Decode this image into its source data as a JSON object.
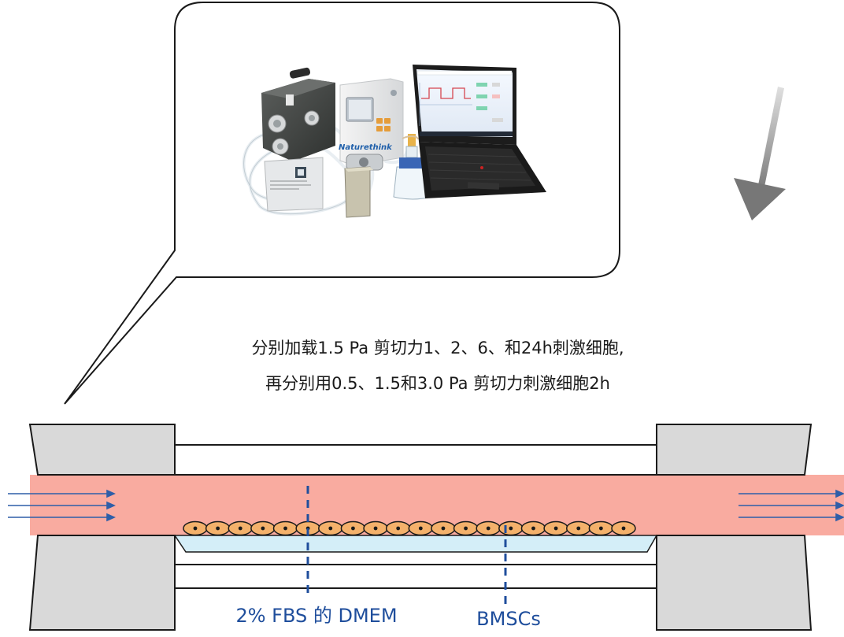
{
  "device_photo": {
    "brand_text": "Naturethink"
  },
  "caption": {
    "line1": "分别加载1.5 Pa 剪切力1、2、6、和24h刺激细胞,",
    "line2": "再分别用0.5、1.5和3.0 Pa 剪切力刺激细胞2h"
  },
  "labels": {
    "medium": "2% FBS 的 DMEM",
    "cells": "BMSCs"
  },
  "cell_count": 20,
  "colors": {
    "flow_channel": "#f9aba0",
    "medium_layer": "#d4eef8",
    "cell_fill": "#f4b16b",
    "block": "#d9d9d9",
    "arrow": "#2e5ea8",
    "label_blue": "#1f4e9c",
    "dashed_marker": "#1f4e9c"
  }
}
